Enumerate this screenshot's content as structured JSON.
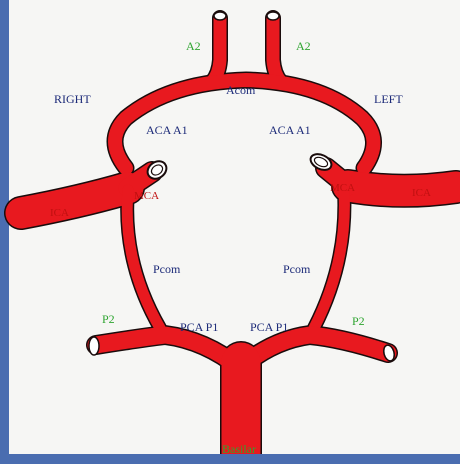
{
  "side_labels": {
    "right": "RIGHT",
    "left": "LEFT"
  },
  "vessel_labels": {
    "a2_right": "A2",
    "a2_left": "A2",
    "acom": "Acom",
    "aca_a1_right": "ACA A1",
    "aca_a1_left": "ACA A1",
    "ica_right": "ICA",
    "ica_left": "ICA",
    "mca_right": "MCA",
    "mca_left": "MCA",
    "pcom_right": "Pcom",
    "pcom_left": "Pcom",
    "p2_right": "P2",
    "p2_left": "P2",
    "pca_p1_right": "PCA P1",
    "pca_p1_left": "PCA P1",
    "basilar": "Basilar"
  },
  "colors": {
    "vessel": "#e8191f",
    "outline": "#1a0c0c",
    "label_blue": "#1c2a78",
    "label_green": "#2fa531",
    "frame": "#4a6db0"
  }
}
